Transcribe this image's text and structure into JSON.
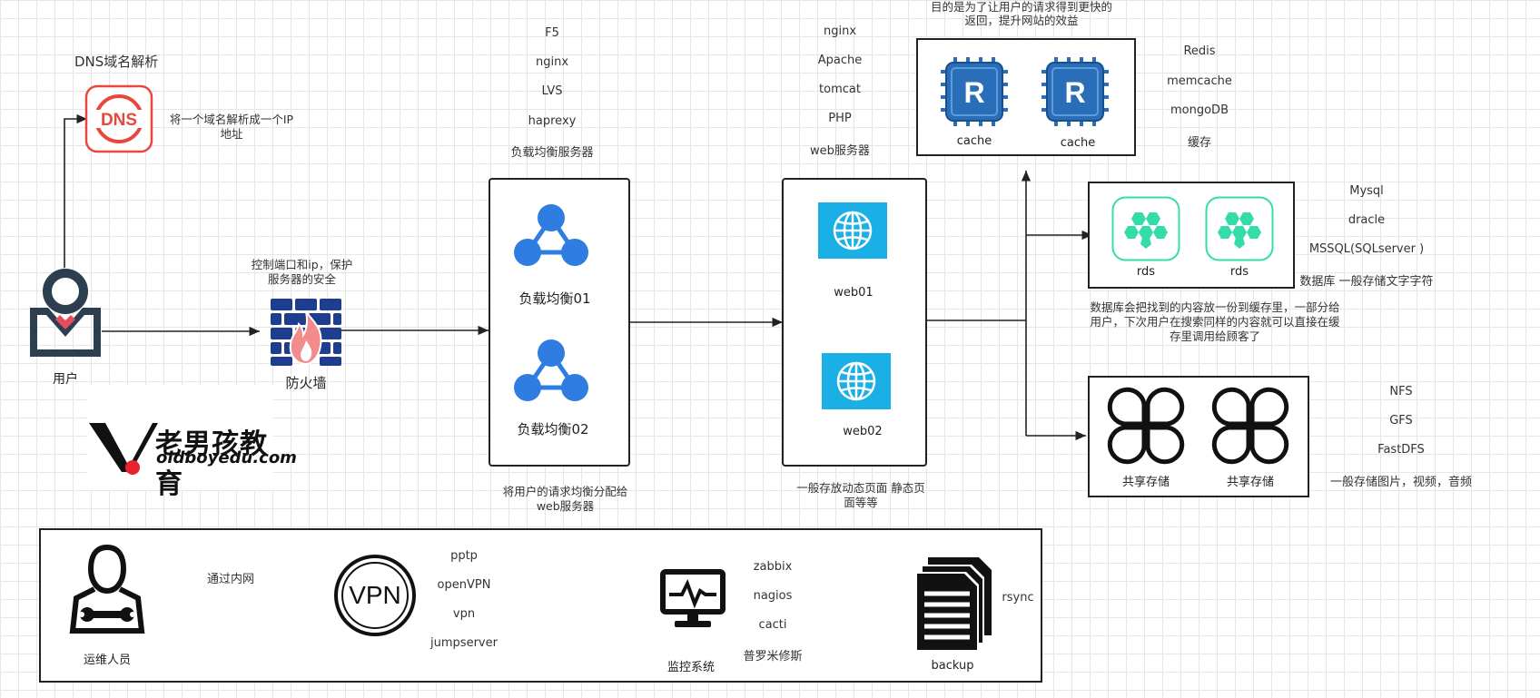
{
  "dns": {
    "title": "DNS域名解析",
    "icon_text": "DNS",
    "note_line1": "将一个域名解析成一个IP",
    "note_line2": "地址"
  },
  "user": {
    "label": "用户"
  },
  "firewall": {
    "label": "防火墙",
    "note_line1": "控制端口和ip，保护",
    "note_line2": "服务器的安全"
  },
  "logo": {
    "name": "老男孩教育",
    "url": "oldboyedu.com"
  },
  "lb": {
    "tools": [
      "F5",
      "nginx",
      "LVS",
      "haprexy",
      "负载均衡服务器"
    ],
    "nodes": [
      "负载均衡01",
      "负载均衡02"
    ],
    "note_line1": "将用户的请求均衡分配给",
    "note_line2": "web服务器"
  },
  "web": {
    "tools": [
      "nginx",
      "Apache",
      "tomcat",
      "PHP",
      "web服务器"
    ],
    "nodes": [
      "web01",
      "web02"
    ],
    "note_line1": "一般存放动态页面 静态页",
    "note_line2": "面等等"
  },
  "cache": {
    "note_line1": "目的是为了让用户的请求得到更快的",
    "note_line2": "返回，提升网站的效益",
    "nodes": [
      "cache",
      "cache"
    ],
    "icon_letter": "R",
    "tools": [
      "Redis",
      "memcache",
      "mongoDB",
      "缓存"
    ]
  },
  "rds": {
    "nodes": [
      "rds",
      "rds"
    ],
    "tools": [
      "Mysql",
      "dracle",
      "MSSQL(SQLserver )",
      "数据库 一般存储文字字符"
    ],
    "note_line1": "数据库会把找到的内容放一份到缓存里，一部分给",
    "note_line2": "用户，下次用户在搜索同样的内容就可以直接在缓",
    "note_line3": "存里调用给顾客了"
  },
  "storage": {
    "nodes": [
      "共享存储",
      "共享存储"
    ],
    "tools": [
      "NFS",
      "GFS",
      "FastDFS",
      "一般存储图片，视频，音频"
    ]
  },
  "ops": {
    "label": "运维人员",
    "link_label": "通过内网",
    "vpn_icon_text": "VPN",
    "vpn_tools": [
      "pptp",
      "openVPN",
      "vpn",
      "jumpserver"
    ],
    "monitor_label": "监控系统",
    "monitor_tools": [
      "zabbix",
      "nagios",
      "cacti",
      "普罗米修斯"
    ],
    "backup_label": "backup",
    "backup_tool": "rsync"
  },
  "colors": {
    "accent_blue": "#2f7de1",
    "web_blue": "#1ab0e6",
    "cache_blue": "#2a6db8",
    "rds_green": "#33dca8",
    "dns_red": "#e8483b",
    "user_navy": "#2c3e50"
  }
}
